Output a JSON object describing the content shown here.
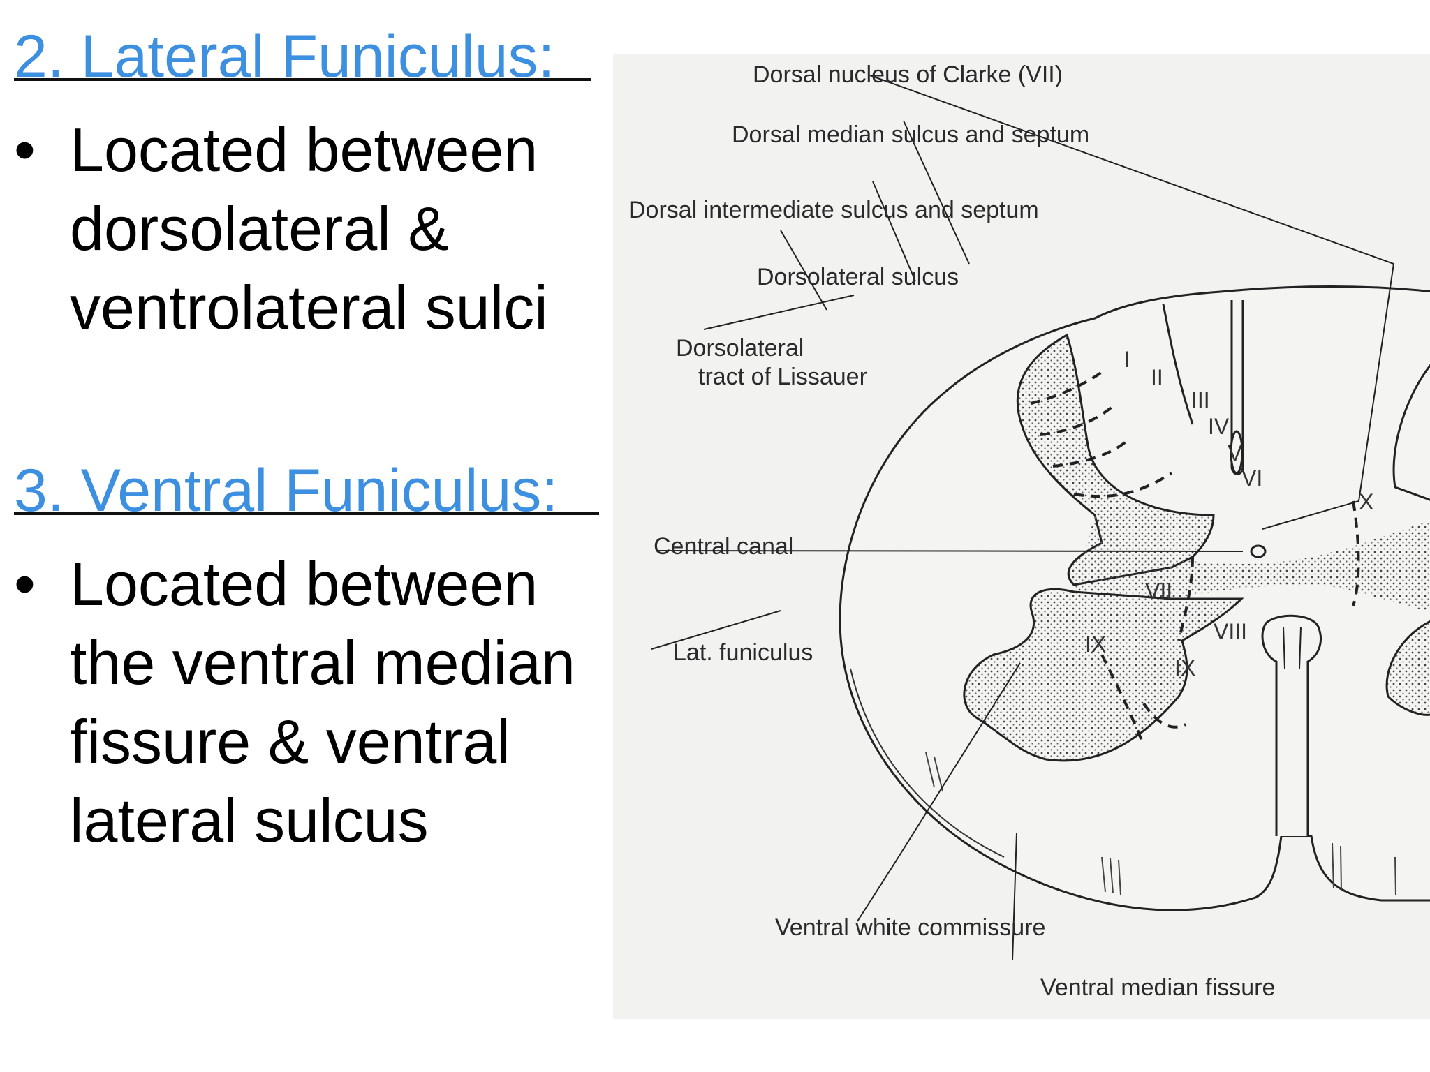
{
  "slide": {
    "lateral": {
      "heading": "2. Lateral Funiculus:",
      "bullet_symbol": "•",
      "lines": [
        "Located between",
        "dorsolateral &",
        "ventrolateral sulci"
      ]
    },
    "ventral": {
      "heading": "3. Ventral Funiculus:",
      "bullet_symbol": "•",
      "lines": [
        "Located between",
        "the ventral median",
        "fissure & ventral",
        "lateral sulcus"
      ]
    }
  },
  "figure": {
    "labels": {
      "dorsal_nucleus": "Dorsal nucleus of Clarke (VII)",
      "dorsal_median": "Dorsal median sulcus and septum",
      "dorsal_intermediate": "Dorsal intermediate sulcus and septum",
      "dorsolateral_sulcus": "Dorsolateral sulcus",
      "lissauer_1": "Dorsolateral",
      "lissauer_2": "tract of Lissauer",
      "central_canal": "Central canal",
      "lat_funiculus": "Lat. funiculus",
      "ventral_white_commissure": "Ventral white commissure",
      "ventral_median_fissure": "Ventral median fissure"
    },
    "laminae": {
      "I": "I",
      "II": "II",
      "III": "III",
      "IV": "IV",
      "V": "V",
      "VI": "VI",
      "VII": "VII",
      "VIII": "VIII",
      "IX_a": "IX",
      "IX_b": "IX",
      "X": "X"
    }
  }
}
